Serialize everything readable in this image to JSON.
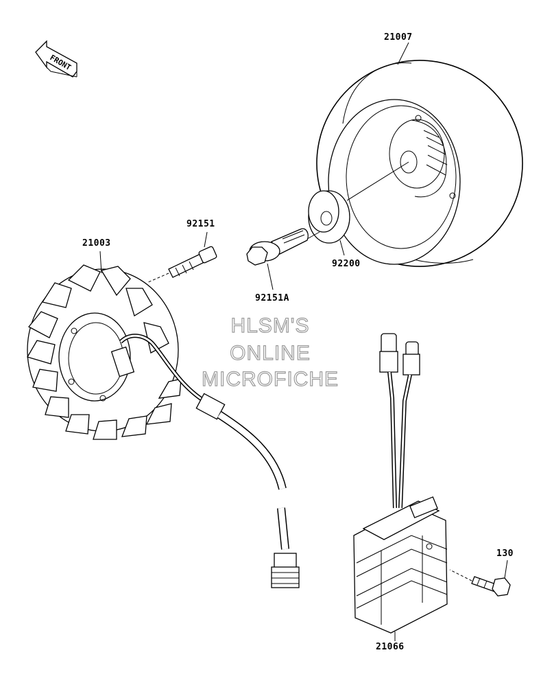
{
  "parts": {
    "flywheel": "21007",
    "stator": "21003",
    "bolt": "92151",
    "flange_bolt": "92151A",
    "washer": "92200",
    "regulator": "21066",
    "regulator_bolt": "130"
  },
  "front_label": "FRONT",
  "watermark": {
    "line1": "HLSM'S",
    "line2": "ONLINE",
    "line3": "MICROFICHE"
  }
}
